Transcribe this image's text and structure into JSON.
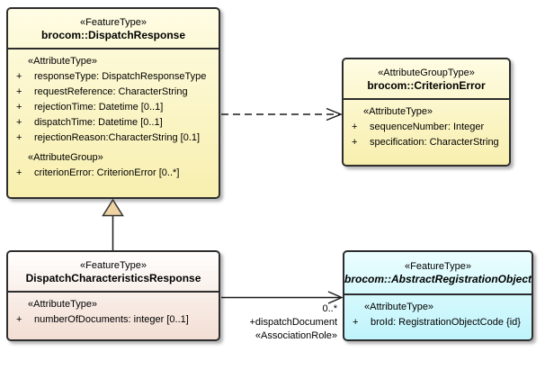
{
  "colors": {
    "class_yellow_top": "#FEFCE3",
    "class_yellow_bottom": "#F8EFAE",
    "class_pink_top": "#FFFEFD",
    "class_pink_bottom": "#F3DED3",
    "class_cyan_top": "#EBFEFF",
    "class_cyan_bottom": "#BFF4FB",
    "border": "#2D2D2D",
    "generalization_triangle_fill": "#F0D3A2",
    "background": "#FFFFFF"
  },
  "classes": [
    {
      "stereotype": "«FeatureType»",
      "name": "brocom::DispatchResponse",
      "sections": [
        {
          "label": "«AttributeType»",
          "attributes": [
            {
              "vis": "+",
              "text": "responseType: DispatchResponseType"
            },
            {
              "vis": "+",
              "text": "requestReference: CharacterString"
            },
            {
              "vis": "+",
              "text": "rejectionTime: Datetime [0..1]"
            },
            {
              "vis": "+",
              "text": "dispatchTime: Datetime [0..1]"
            },
            {
              "vis": "+",
              "text": "rejectionReason:CharacterString [0.1]"
            }
          ]
        },
        {
          "label": "«AttributeGroup»",
          "attributes": [
            {
              "vis": "+",
              "text": "criterionError: CriterionError [0..*]"
            }
          ]
        }
      ]
    },
    {
      "stereotype": "«AttributeGroupType»",
      "name": "brocom::CriterionError",
      "sections": [
        {
          "label": "«AttributeType»",
          "attributes": [
            {
              "vis": "+",
              "text": "sequenceNumber: Integer"
            },
            {
              "vis": "+",
              "text": "specification: CharacterString"
            }
          ]
        }
      ]
    },
    {
      "stereotype": "«FeatureType»",
      "name": "DispatchCharacteristicsResponse",
      "sections": [
        {
          "label": "«AttributeType»",
          "attributes": [
            {
              "vis": "+",
              "text": "numberOfDocuments: integer [0..1]"
            }
          ]
        }
      ]
    },
    {
      "stereotype": "«FeatureType»",
      "name": "brocom::AbstractRegistrationObject",
      "sections": [
        {
          "label": "«AttributeType»",
          "attributes": [
            {
              "vis": "+",
              "text": "broId: RegistrationObjectCode {id}"
            }
          ]
        }
      ]
    }
  ],
  "connectors": {
    "dependency": {
      "type": "dashed-open-arrow",
      "from": "brocom::DispatchResponse",
      "to": "brocom::CriterionError"
    },
    "generalization": {
      "type": "hollow-triangle",
      "from": "DispatchCharacteristicsResponse",
      "to": "brocom::DispatchResponse"
    },
    "association": {
      "type": "solid-open-arrow",
      "from": "DispatchCharacteristicsResponse",
      "to": "brocom::AbstractRegistrationObject",
      "multiplicity": "0..*",
      "role": "+dispatchDocument",
      "stereotype": "«AssociationRole»"
    }
  }
}
